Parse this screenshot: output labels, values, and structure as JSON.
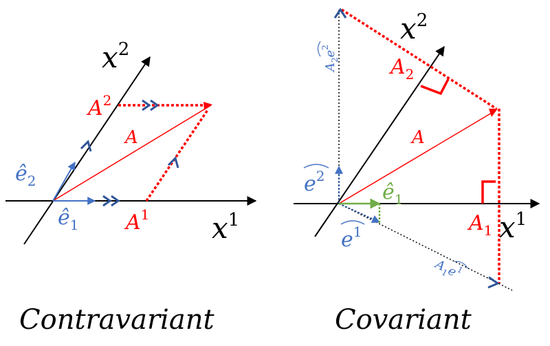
{
  "colors": {
    "axis": "#000000",
    "vector": "#ff0000",
    "basis": "#4472c4",
    "basis_dark": "#2f5597",
    "basis_green": "#70ad47"
  },
  "left_panel": {
    "caption": "Contravariant",
    "axis_x1": "x",
    "axis_x1_sup": "1",
    "axis_x2": "x",
    "axis_x2_sup": "2",
    "vector": "A",
    "component_1": "A",
    "component_1_sup": "1",
    "component_2": "A",
    "component_2_sup": "2",
    "basis_1": "ê",
    "basis_1_sub": "1",
    "basis_2": "ê",
    "basis_2_sub": "2"
  },
  "right_panel": {
    "caption": "Covariant",
    "axis_x1": "x",
    "axis_x1_sup": "1",
    "axis_x2": "x",
    "axis_x2_sup": "2",
    "vector": "A",
    "component_1": "A",
    "component_1_sub": "1",
    "component_2": "A",
    "component_2_sub": "2",
    "basis_1": "ê",
    "basis_1_sub": "1",
    "dual_1": "e",
    "dual_1_sup": "1",
    "dual_2": "e",
    "dual_2_sup": "2",
    "scaled_dual_1": "A",
    "scaled_dual_1_sub": "1",
    "scaled_dual_1_e": "e",
    "scaled_dual_1_sup": "1",
    "scaled_dual_2": "A",
    "scaled_dual_2_sub": "2",
    "scaled_dual_2_e": "e",
    "scaled_dual_2_sup": "2"
  }
}
